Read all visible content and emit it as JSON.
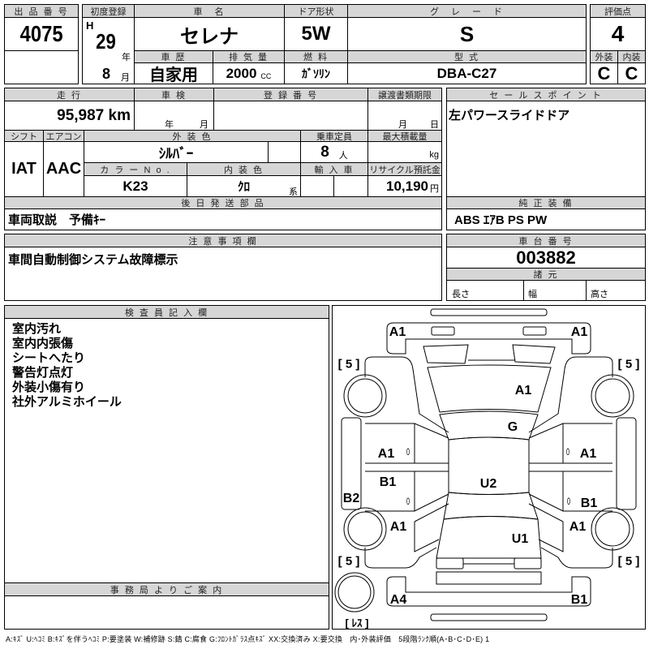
{
  "header": {
    "lot_label": "出 品 番 号",
    "lot_no": "4075",
    "first_reg_label": "初度登録",
    "era": "H",
    "year": "29",
    "year_unit": "年",
    "month": "8",
    "month_unit": "月",
    "name_label": "車　名",
    "name": "セレナ",
    "door_label": "ドア形状",
    "door": "5W",
    "grade_label": "グ　レ　ー　ド",
    "grade": "S",
    "score_label": "評価点",
    "score": "4",
    "history_label": "車 歴",
    "history": "自家用",
    "displacement_label": "排 気 量",
    "displacement": "2000",
    "displacement_unit": "CC",
    "fuel_label": "燃 料",
    "fuel": "ｶﾞｿﾘﾝ",
    "model_label": "型 式",
    "model": "DBA-C27",
    "exterior_label": "外装",
    "exterior": "C",
    "interior_label": "内装",
    "interior": "C"
  },
  "details": {
    "mileage_label": "走 行",
    "mileage": "95,987 km",
    "inspection_label": "車 検",
    "inspection_year_unit": "年",
    "inspection_month_unit": "月",
    "reg_no_label": "登 録 番 号",
    "transfer_label": "譲渡書類期限",
    "transfer_month_unit": "月",
    "transfer_day_unit": "日",
    "shift_label": "シフト",
    "shift": "IAT",
    "ac_label": "エアコン",
    "ac": "AAC",
    "color_label": "外 装 色",
    "color": "ｼﾙﾊﾞｰ",
    "capacity_label": "乗車定員",
    "capacity": "8",
    "capacity_unit": "人",
    "max_load_label": "最大積載量",
    "max_load_unit": "kg",
    "color_no_label": "カ ラ ー N o .",
    "color_no": "K23",
    "interior_color_label": "内 装 色",
    "interior_color": "ｸﾛ",
    "interior_color_suffix": "系",
    "import_label": "輸 入 車",
    "recycle_label": "リサイクル預託金",
    "recycle": "10,190",
    "recycle_unit": "円",
    "later_parts_label": "後 日 発 送 部 品",
    "later_parts": "車両取説　予備ｷｰ"
  },
  "sales": {
    "label": "セ ー ル ス ポ イ ン ト",
    "text": "左パワースライドドア"
  },
  "equipment": {
    "label": "純 正 装 備",
    "text": "ABS ｴｱB PS PW"
  },
  "caution": {
    "label": "注 意 事 項 欄",
    "text": "車間自動制御システム故障標示"
  },
  "chassis": {
    "label": "車 台 番 号",
    "value": "003882",
    "spec_label": "諸 元",
    "length": "長さ",
    "width": "幅",
    "height": "高さ"
  },
  "inspector": {
    "label": "検 査 員 記 入 欄",
    "notes": [
      "室内汚れ",
      "室内内張傷",
      "シートへたり",
      "警告灯点灯",
      "外装小傷有り",
      "社外アルミホイール"
    ]
  },
  "office": {
    "label": "事 務 局 よ り ご 案 内"
  },
  "diagram": {
    "tires": {
      "fl": "[ 5 ]",
      "fr": "[ 5 ]",
      "rl": "[ 5 ]",
      "rr": "[ 5 ]",
      "spare": "[ ﾚｽ ]"
    },
    "marks": {
      "front_bumper_left": "A1",
      "front_bumper_right": "A1",
      "hood": "A1",
      "windshield": "G",
      "left_front_door": "A1",
      "right_front_door": "A1",
      "left_rear_door": "B1",
      "right_rear_door": "B1",
      "roof": "U2",
      "left_sill": "B2",
      "left_rear_fender": "A1",
      "right_rear_fender": "A1",
      "trunk": "U1",
      "rear_bumper_left": "A4",
      "rear_bumper_right": "B1",
      "zero": "0"
    }
  },
  "legend": "A:ｷｽﾞ U:ﾍｺﾐ B:ｷｽﾞを伴うﾍｺﾐ P:要塗装 W:補修跡 S:錆 C:腐食 G:ﾌﾛﾝﾄｶﾞﾗｽ点ｷｽﾞ XX:交換済み X:要交換　内･外装評価　5段階ﾗﾝｸ順(A･B･C･D･E) 1"
}
